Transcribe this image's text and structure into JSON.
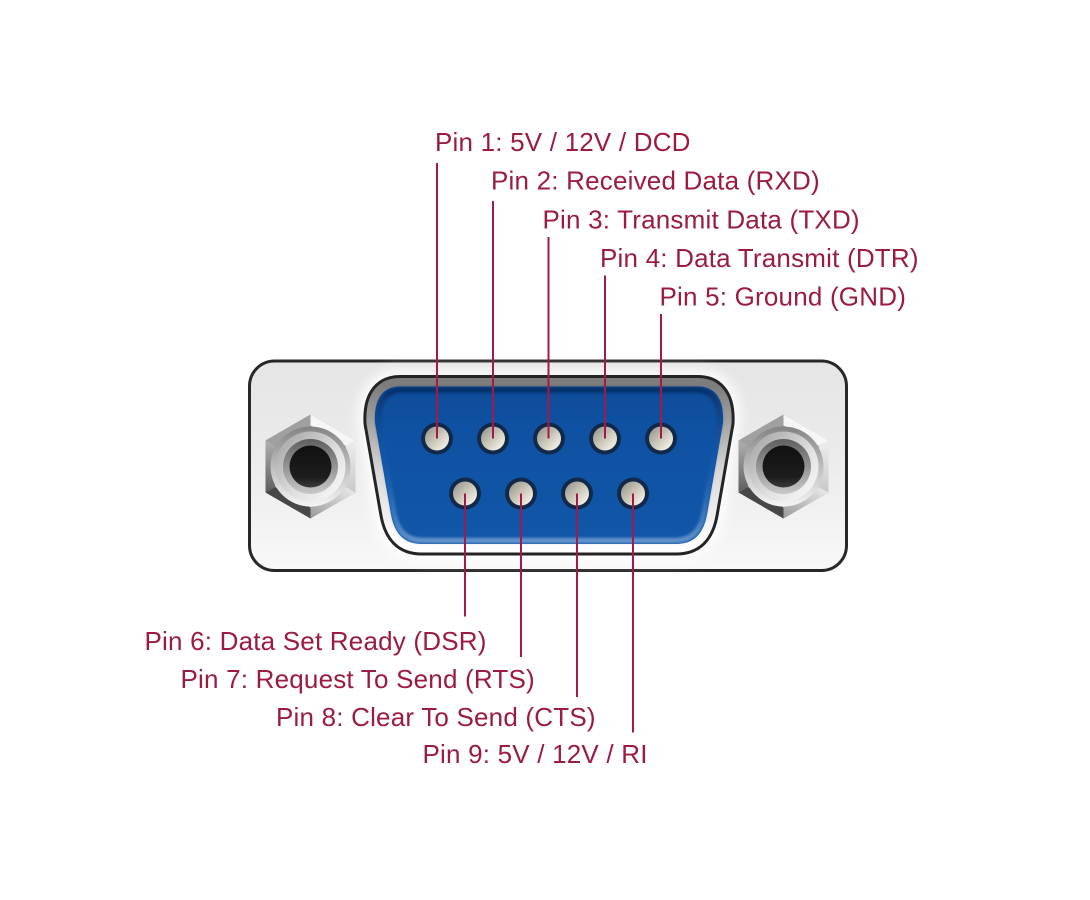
{
  "diagram": {
    "name": "DB9 serial port connector pinout diagram",
    "connector_type": "DE-9 male (D-sub 9 pin)",
    "colors": {
      "background": "#ffffff",
      "label_text": "#9c1b40",
      "leader_line": "#a5184a",
      "connector_blue": "#0f54a6",
      "plate_gray": "#ebebeb",
      "outline_dark": "#242424",
      "pin_hole_navy": "#0e2342"
    },
    "pins": [
      {
        "pin": 1,
        "row": "top",
        "label": "Pin 1: 5V / 12V / DCD"
      },
      {
        "pin": 2,
        "row": "top",
        "label": "Pin 2: Received Data (RXD)"
      },
      {
        "pin": 3,
        "row": "top",
        "label": "Pin 3: Transmit Data (TXD)"
      },
      {
        "pin": 4,
        "row": "top",
        "label": "Pin 4: Data Transmit (DTR)"
      },
      {
        "pin": 5,
        "row": "top",
        "label": "Pin 5: Ground (GND)"
      },
      {
        "pin": 6,
        "row": "bottom",
        "label": "Pin 6: Data Set Ready (DSR)"
      },
      {
        "pin": 7,
        "row": "bottom",
        "label": "Pin 7: Request To Send (RTS)"
      },
      {
        "pin": 8,
        "row": "bottom",
        "label": "Pin 8: Clear To Send (CTS)"
      },
      {
        "pin": 9,
        "row": "bottom",
        "label": "Pin 9: 5V / 12V / RI"
      }
    ]
  }
}
